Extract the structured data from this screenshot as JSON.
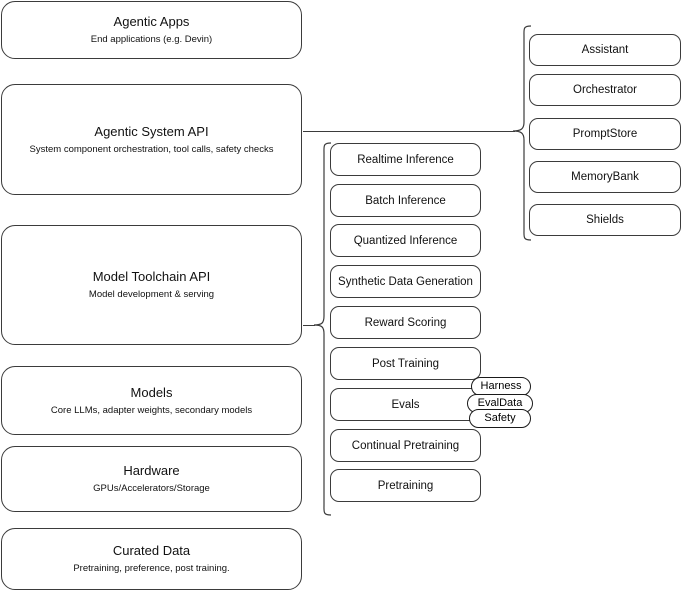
{
  "diagram": {
    "title": "Llama Stack layered architecture diagram",
    "stroke_color": "#3b3b3b",
    "background_color": "#ffffff",
    "layers": [
      {
        "name": "agentic-apps",
        "title": "Agentic Apps",
        "subtitle": "End applications (e.g. Devin)"
      },
      {
        "name": "agentic-system-api",
        "title": "Agentic System API",
        "subtitle": "System component orchestration, tool calls, safety checks"
      },
      {
        "name": "model-toolchain-api",
        "title": "Model Toolchain API",
        "subtitle": "Model development & serving"
      },
      {
        "name": "models",
        "title": "Models",
        "subtitle": "Core LLMs, adapter weights, secondary models"
      },
      {
        "name": "hardware",
        "title": "Hardware",
        "subtitle": "GPUs/Accelerators/Storage"
      },
      {
        "name": "curated-data",
        "title": "Curated Data",
        "subtitle": "Pretraining, preference, post training."
      }
    ],
    "toolchain_items": [
      {
        "name": "realtime-inference",
        "label": "Realtime Inference"
      },
      {
        "name": "batch-inference",
        "label": "Batch Inference"
      },
      {
        "name": "quantized-inference",
        "label": "Quantized Inference"
      },
      {
        "name": "synthetic-data-generation",
        "label": "Synthetic Data Generation"
      },
      {
        "name": "reward-scoring",
        "label": "Reward Scoring"
      },
      {
        "name": "post-training",
        "label": "Post Training"
      },
      {
        "name": "evals",
        "label": "Evals"
      },
      {
        "name": "continual-pretraining",
        "label": "Continual Pretraining"
      },
      {
        "name": "pretraining",
        "label": "Pretraining"
      }
    ],
    "system_items": [
      {
        "name": "assistant",
        "label": "Assistant"
      },
      {
        "name": "orchestrator",
        "label": "Orchestrator"
      },
      {
        "name": "promptstore",
        "label": "PromptStore"
      },
      {
        "name": "memorybank",
        "label": "MemoryBank"
      },
      {
        "name": "shields",
        "label": "Shields"
      }
    ],
    "eval_pills": [
      {
        "name": "harness",
        "label": "Harness"
      },
      {
        "name": "evaldata",
        "label": "EvalData"
      },
      {
        "name": "safety",
        "label": "Safety"
      }
    ]
  }
}
